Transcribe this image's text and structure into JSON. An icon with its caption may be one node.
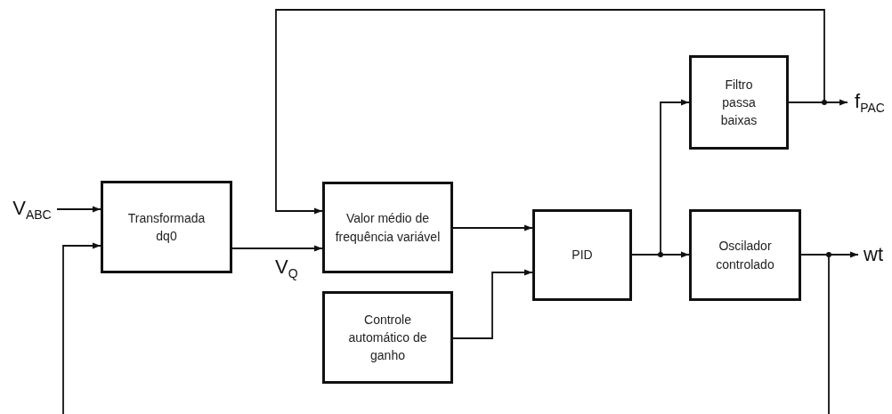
{
  "diagram": {
    "nodes": [
      {
        "text": [
          "V$_{ABC}$"
        ]
      },
      {
        "text": [
          "Transformada dq0"
        ]
      },
      {
        "text": [
          "Valor médio de frequência variável"
        ]
      },
      {
        "text": [
          "Controle automático de ganho"
        ]
      },
      {
        "text": [
          "PID"
        ]
      },
      {
        "text": [
          "Filtro passa baixas"
        ]
      },
      {
        "text": [
          "Oscilador controlado"
        ]
      },
      {
        "text": [
          "f$_{PAC}$"
        ]
      },
      {
        "text": [
          "wt"
        ]
      }
    ],
    "edges": [
      {
        "from": 0,
        "to": 1,
        "arrow": "to"
      },
      {
        "from": 1,
        "to": 2,
        "arrow": "to",
        "label": "V$_{Q}$"
      },
      {
        "from": 2,
        "to": 4,
        "arrow": "to"
      },
      {
        "from": 3,
        "to": 4,
        "arrow": "to"
      },
      {
        "from": 4,
        "to": 5,
        "arrow": "to"
      },
      {
        "from": 4,
        "to": 6,
        "arrow": "to"
      },
      {
        "from": 5,
        "to": 7,
        "arrow": "to"
      },
      {
        "from": 5,
        "to": 2,
        "arrow": "to"
      },
      {
        "from": 6,
        "to": 8,
        "arrow": "to"
      },
      {
        "from": 6,
        "to": 1,
        "arrow": "to"
      }
    ]
  }
}
